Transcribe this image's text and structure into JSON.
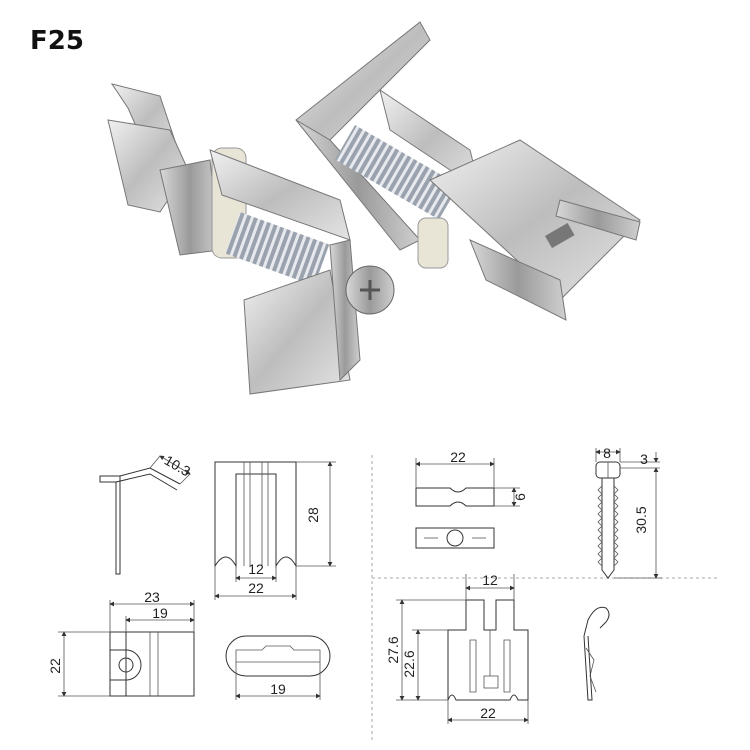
{
  "title": "F25",
  "dimensions": {
    "side_angle": "10.3",
    "front_height": "28",
    "front_inner_width": "12",
    "front_outer_width": "22",
    "top_overall": "23",
    "top_inner": "19",
    "top_height": "22",
    "oval_width": "19",
    "nut_width": "22",
    "nut_dia": "6",
    "screw_dia": "8",
    "screw_head": "3",
    "screw_length": "30.5",
    "clip_top": "12",
    "clip_height_outer": "27.6",
    "clip_height_inner": "22.6",
    "clip_width": "22"
  }
}
